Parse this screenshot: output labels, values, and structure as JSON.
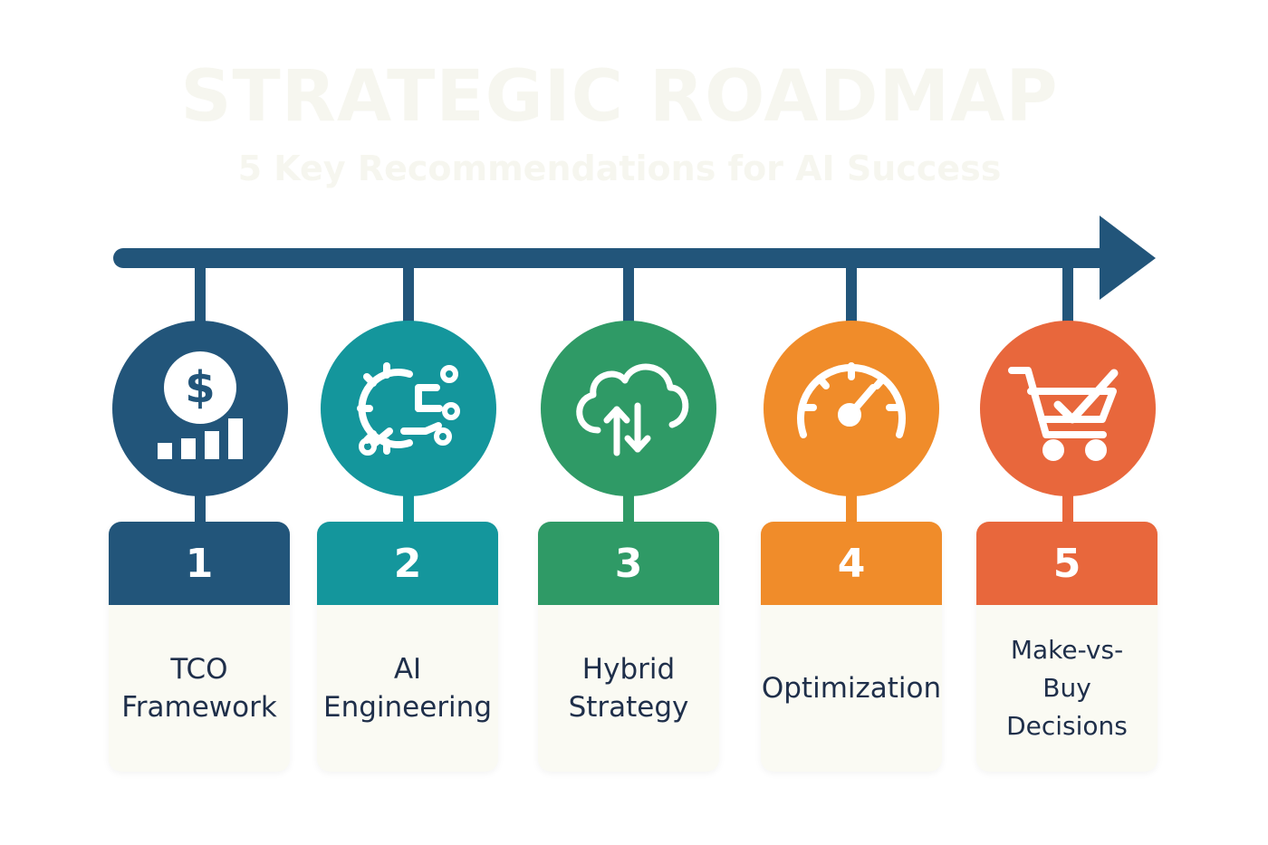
{
  "title": "STRATEGIC ROADMAP",
  "subtitle": "5 Key Recommendations for AI Success",
  "colors": {
    "navy": "#22557a",
    "teal": "#14969c",
    "green": "#2f9a66",
    "orange": "#f08c2a",
    "red": "#e8673c",
    "text": "#1f2f4a",
    "card_bg": "#fafaf3"
  },
  "steps": [
    {
      "number": "1",
      "label": "TCO\nFramework",
      "icon": "dollar-bar-chart-icon",
      "color": "#22557a"
    },
    {
      "number": "2",
      "label": "AI\nEngineering",
      "icon": "gear-circuit-icon",
      "color": "#14969c"
    },
    {
      "number": "3",
      "label": "Hybrid\nStrategy",
      "icon": "cloud-sync-icon",
      "color": "#2f9a66"
    },
    {
      "number": "4",
      "label": "Optimization",
      "icon": "speedometer-icon",
      "color": "#f08c2a"
    },
    {
      "number": "5",
      "label": "Make-vs-\nBuy Decisions",
      "icon": "shopping-cart-check-icon",
      "color": "#e8673c"
    }
  ]
}
